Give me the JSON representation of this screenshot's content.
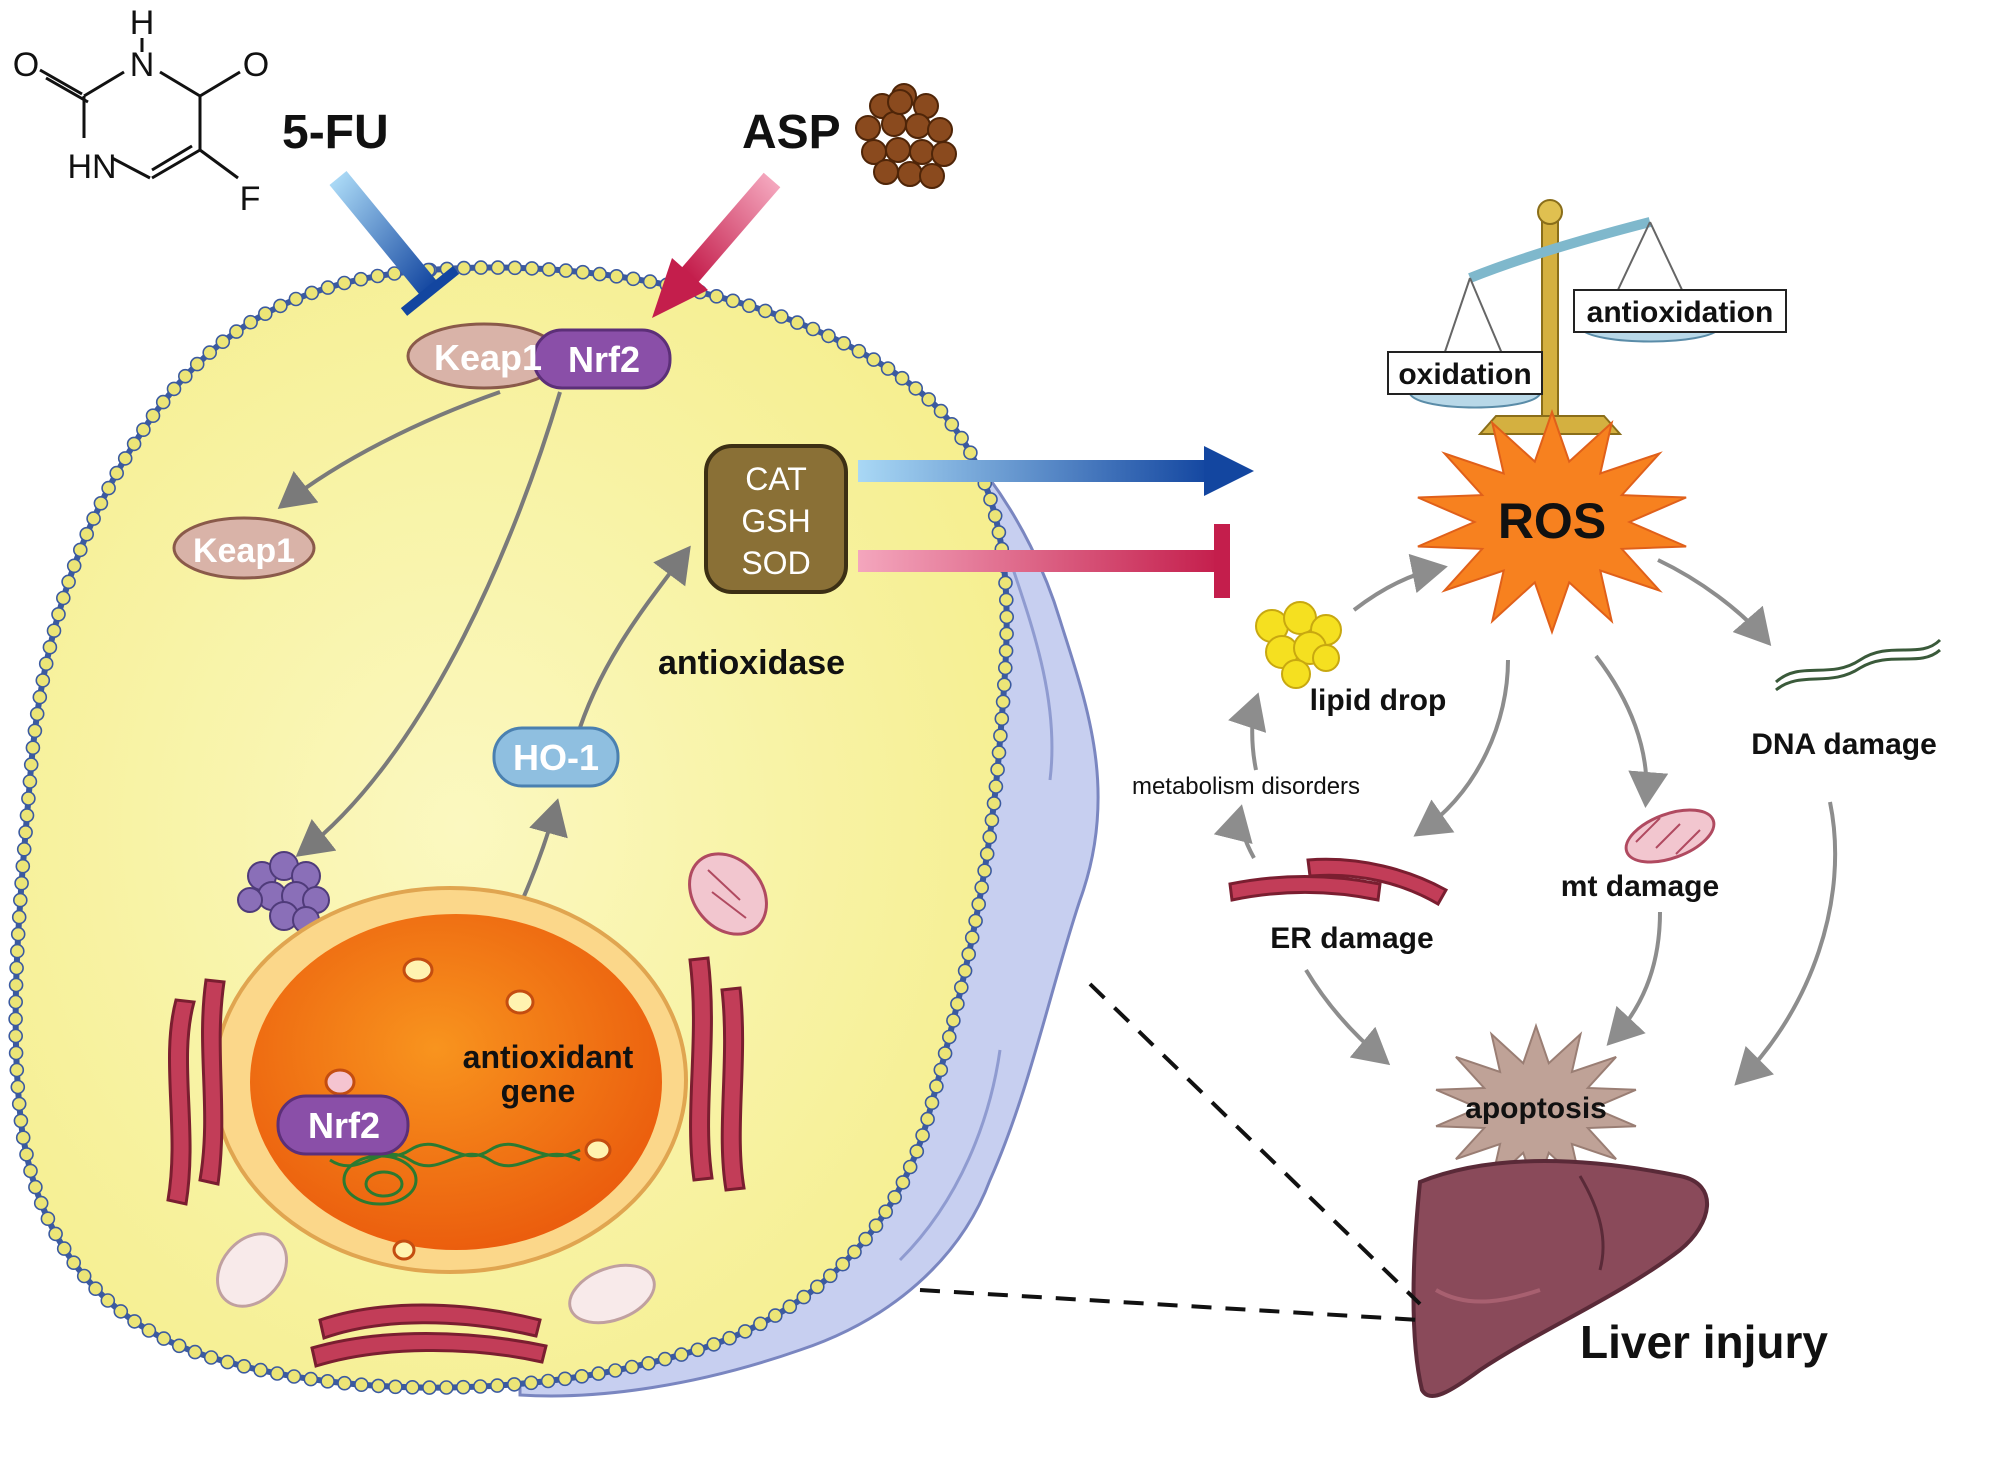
{
  "molecule": {
    "atoms": {
      "h": "H",
      "n_top": "N",
      "o_left": "O",
      "o_right": "O",
      "hn": "HN",
      "f": "F"
    }
  },
  "inputs": {
    "drug": "5-FU",
    "extract": "ASP"
  },
  "cell": {
    "keap1_bound": "Keap1",
    "nrf2_bound": "Nrf2",
    "keap1_free": "Keap1",
    "nrf2_nucleus": "Nrf2",
    "ho1": "HO-1",
    "enzymes": [
      "CAT",
      "GSH",
      "SOD"
    ],
    "antioxidase_label": "antioxidase",
    "gene_label_line1": "antioxidant",
    "gene_label_line2": "gene"
  },
  "balance": {
    "left": "oxidation",
    "right": "antioxidation"
  },
  "ros": "ROS",
  "effects": {
    "lipid": "lipid drop",
    "metabolism": "metabolism disorders",
    "er": "ER damage",
    "mt": "mt damage",
    "dna": "DNA damage",
    "apoptosis": "apoptosis",
    "liver": "Liver injury"
  },
  "colors": {
    "cytoplasm": "#f9f3a6",
    "membrane_bead": "#e8e070",
    "membrane_edge": "#3b5aa0",
    "tissue": "#c7cff0",
    "nucleus": "#f26e0e",
    "inhibit_arrow": "#1b55a8",
    "activate_arrow": "#cc2a55",
    "ros_burst": "#f7811f",
    "apoptosis_burst": "#bfa297",
    "liver": "#8a4a5a"
  }
}
